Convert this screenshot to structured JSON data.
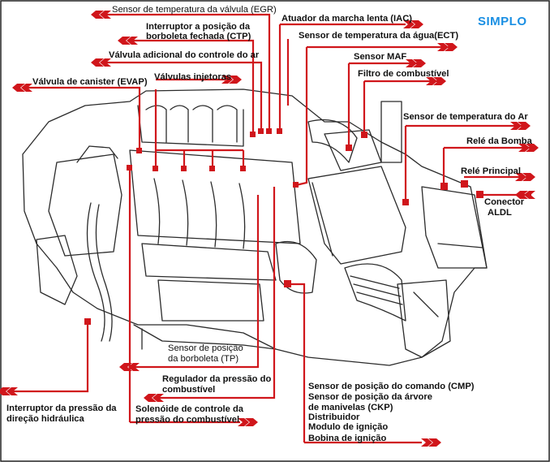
{
  "brand": "SIMPLO",
  "colors": {
    "pointer": "#d0161b",
    "engine_line": "#2b2b2b",
    "brand": "#1a8fe3",
    "frame": "#222222"
  },
  "labels": {
    "egr": "Sensor de temperatura da válvula (EGR)",
    "iac": "Atuador da marcha lenta (IAC)",
    "ctp_1": "Interruptor a posição da",
    "ctp_2": "borboleta fechada (CTP)",
    "ect": "Sensor de temperatura da água(ECT)",
    "valvula_adicional": "Válvula adicional do controle do ar",
    "maf": "Sensor MAF",
    "filtro": "Filtro de combustível",
    "evap": "Válvula de canister (EVAP)",
    "injetoras": "Válvulas injetoras",
    "temp_ar": "Sensor de temperatura do Ar",
    "rele_bomba": "Relé da Bomba",
    "rele_principal": "Relé Principal",
    "conector_1": "Conector",
    "conector_2": "ALDL",
    "tp_1": "Sensor de posição",
    "tp_2": "da borboleta (TP)",
    "regulador_1": "Regulador da pressão do",
    "regulador_2": "combustível",
    "solenoide_1": "Solenóide de controle da",
    "solenoide_2": "pressão do combustível",
    "direcao_1": "Interruptor da pressão da",
    "direcao_2": "direção hidráulica",
    "cmp": "Sensor de posição do comando (CMP)",
    "ckp_1": "Sensor de posição da árvore",
    "ckp_2": "de manivelas (CKP)",
    "distribuidor": "Distribuidor",
    "modulo": "Modulo de ignição",
    "bobina": "Bobina de ignição"
  }
}
